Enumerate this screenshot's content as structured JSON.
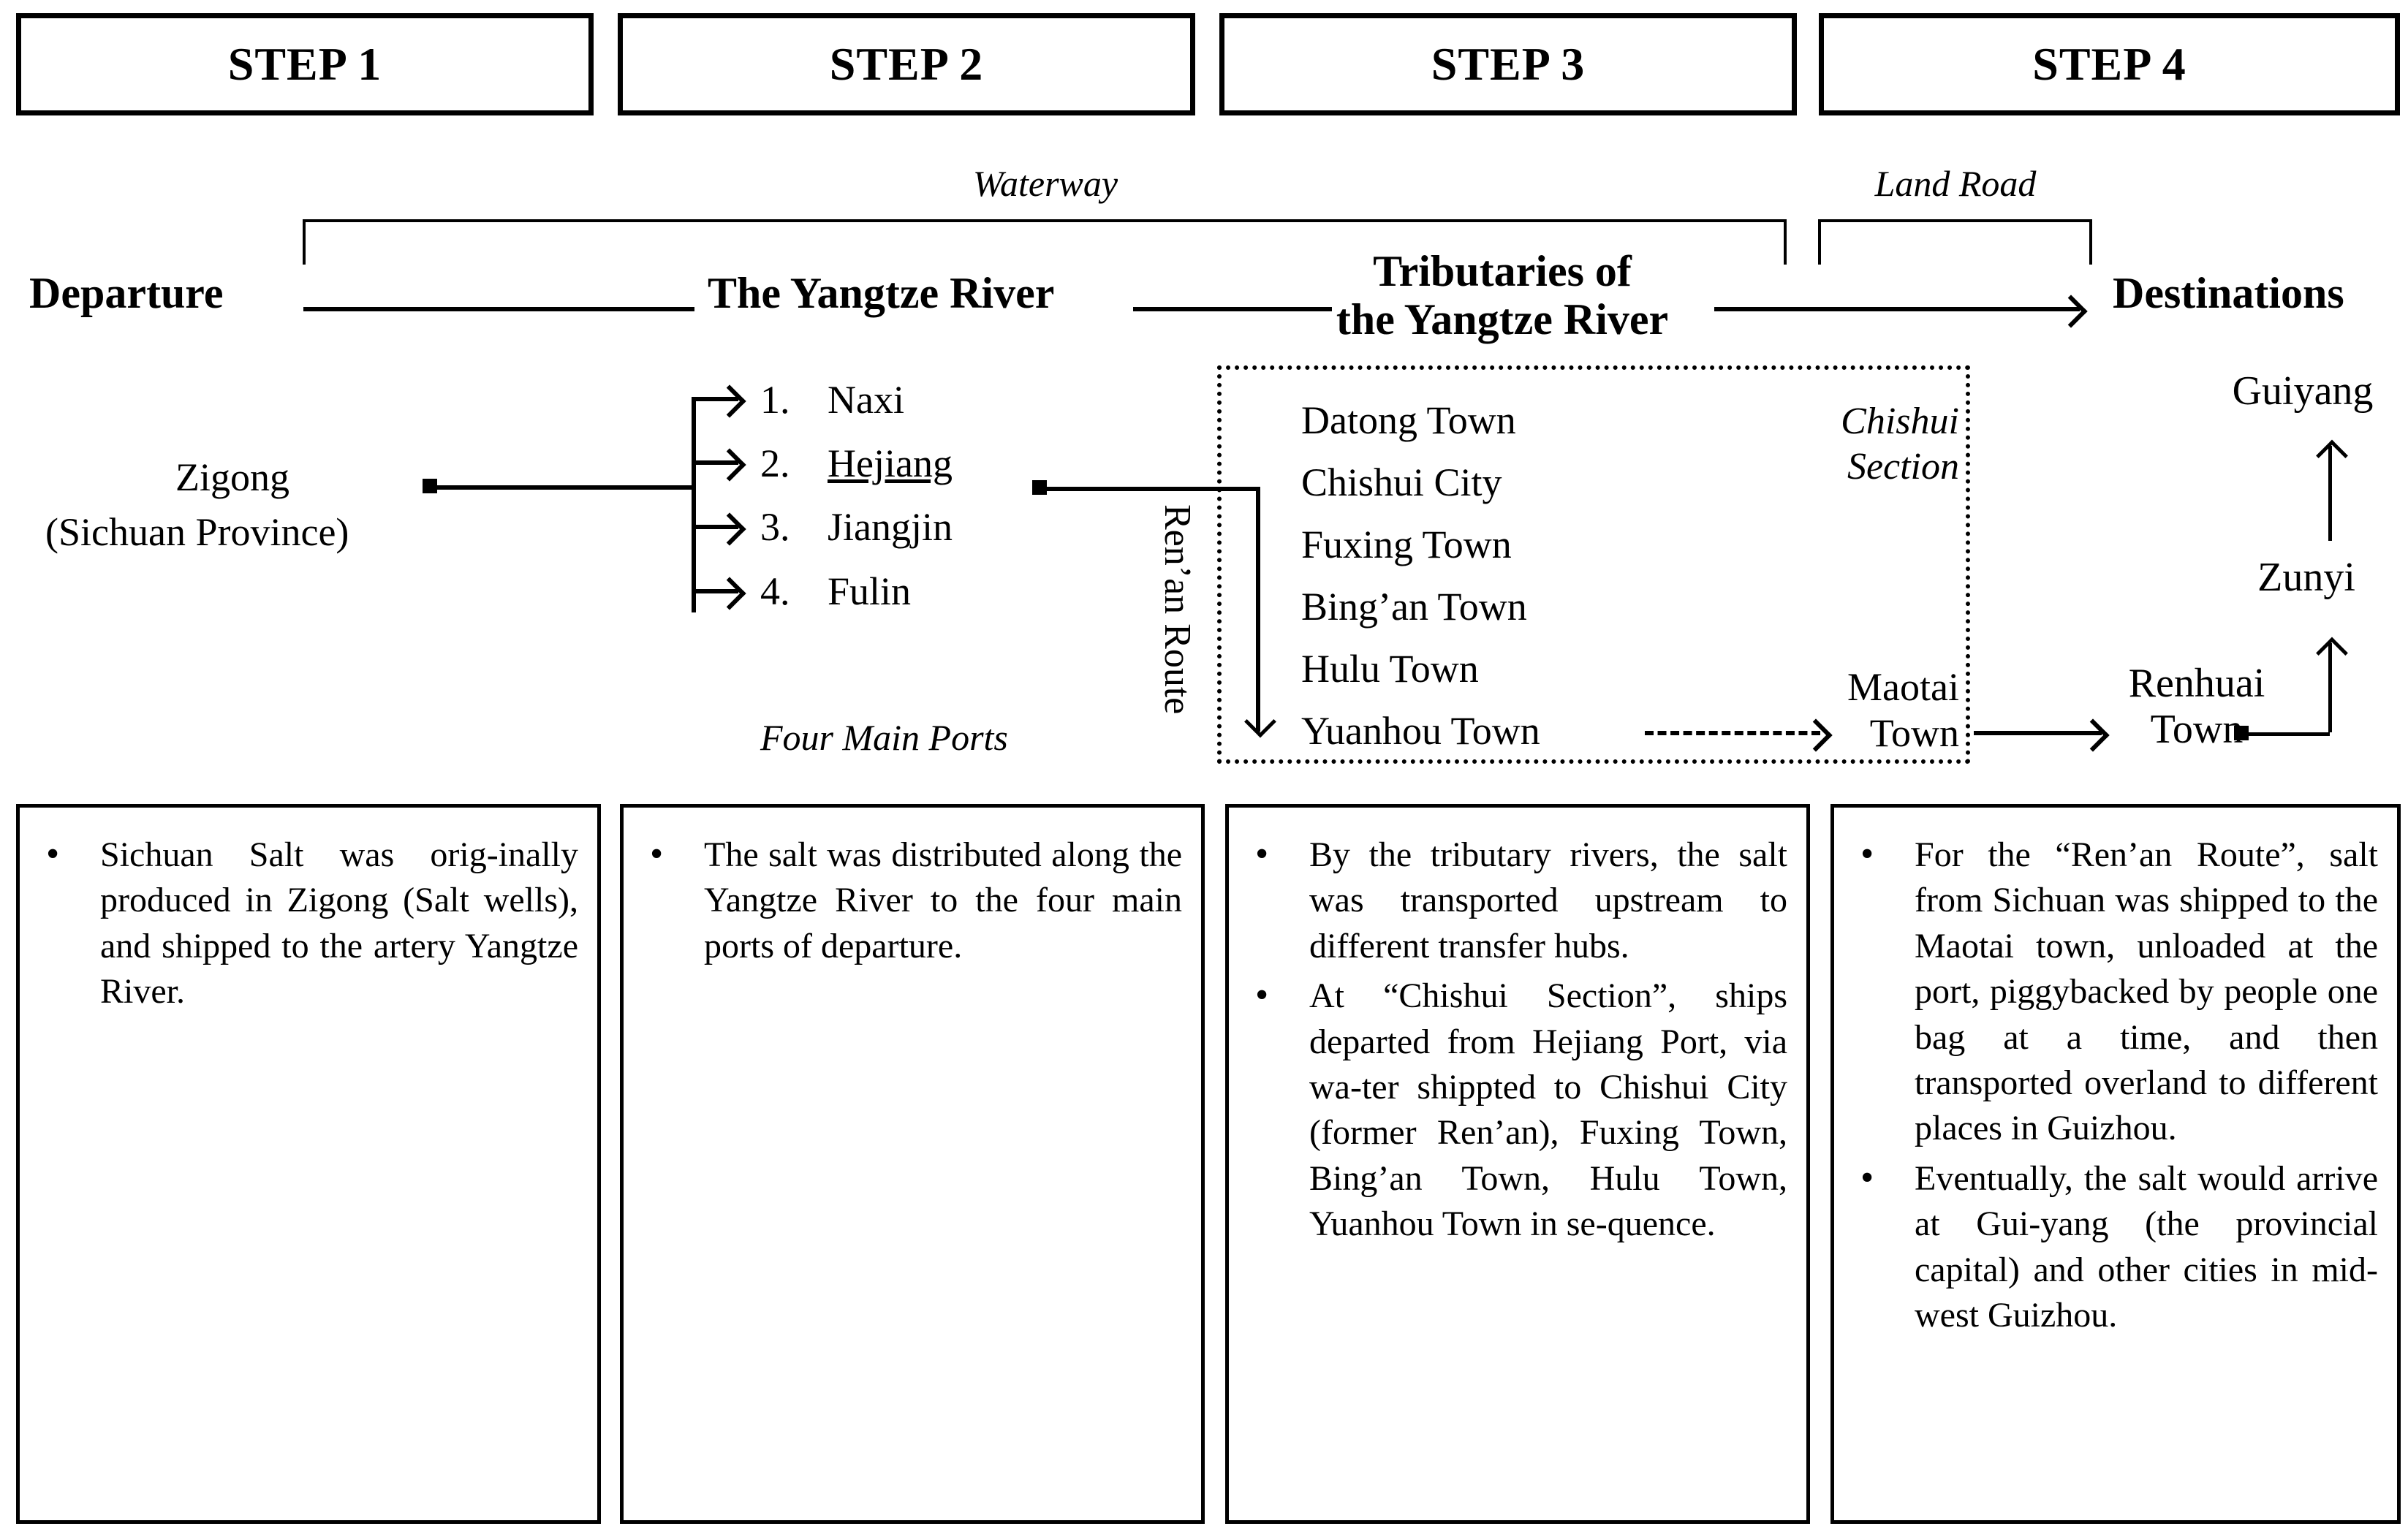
{
  "steps": [
    {
      "label": "STEP 1"
    },
    {
      "label": "STEP 2"
    },
    {
      "label": "STEP 3"
    },
    {
      "label": "STEP 4"
    }
  ],
  "brackets": {
    "waterway": "Waterway",
    "land_road": "Land Road"
  },
  "stages": {
    "departure": "Departure",
    "yangtze": "The Yangtze River",
    "tributaries_line1": "Tributaries of",
    "tributaries_line2": "the Yangtze River",
    "destinations": "Destinations"
  },
  "origin": {
    "line1": "Zigong",
    "line2": "(Sichuan Province)"
  },
  "ports": {
    "caption": "Four Main Ports",
    "items": [
      {
        "num": "1.",
        "name": "Naxi",
        "highlight": false
      },
      {
        "num": "2.",
        "name": "Hejiang",
        "highlight": true
      },
      {
        "num": "3.",
        "name": "Jiangjin",
        "highlight": false
      },
      {
        "num": "4.",
        "name": "Fulin",
        "highlight": false
      }
    ]
  },
  "route_label": "Ren’an Route",
  "chishui": {
    "section_line1": "Chishui",
    "section_line2": "Section",
    "towns": [
      "Datong Town",
      "Chishui City",
      "Fuxing Town",
      "Bing’an Town",
      "Hulu Town",
      "Yuanhou Town"
    ],
    "maotai_line1": "Maotai",
    "maotai_line2": "Town"
  },
  "destinations": {
    "renhuai_line1": "Renhuai",
    "renhuai_line2": "Town",
    "zunyi": "Zunyi",
    "guiyang": "Guiyang"
  },
  "notes": [
    {
      "bullets": [
        "Sichuan Salt was orig-inally produced in Zigong (Salt wells), and shipped to the artery Yangtze River."
      ]
    },
    {
      "bullets": [
        "The salt was distributed along the Yangtze River to the four main ports of departure."
      ]
    },
    {
      "bullets": [
        "By the tributary rivers, the salt was transported upstream to different transfer hubs.",
        "At “Chishui Section”, ships departed from Hejiang Port, via wa-ter shippted to Chishui City (former Ren’an), Fuxing Town, Bing’an Town, Hulu Town, Yuanhou Town in se-quence."
      ]
    },
    {
      "bullets": [
        "For the “Ren’an Route”, salt from Sichuan was shipped to the Maotai town, unloaded at the port, piggybacked by people one bag at a time, and then transported overland to different places in Guizhou.",
        "Eventually, the salt would arrive at Gui-yang (the provincial capital) and other cities in mid-west Guizhou."
      ]
    }
  ],
  "colors": {
    "ink": "#000000",
    "paper": "#ffffff"
  }
}
